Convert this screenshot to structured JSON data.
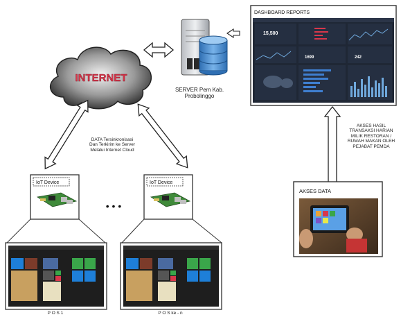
{
  "internet": {
    "label": "INTERNET"
  },
  "server": {
    "caption_line1": "SERVER Pem Kab.",
    "caption_line2": "Probolinggo"
  },
  "dashboard": {
    "title": "DASHBOARD REPORTS",
    "metric_1": "15,500",
    "metric_2": "1699",
    "metric_3": "242"
  },
  "sync_note": {
    "line1": "DATA Tersinkronisasi",
    "line2": "Dan Terkirim ke Server",
    "line3": "Melalui Internet Cloud"
  },
  "access_note": {
    "line1": "AKSES HASIL",
    "line2": "TRANSAKSI HARIAN",
    "line3": "MILIK RESTORAN /",
    "line4": "RUMAH MAKAN OLEH",
    "line5": "PEJABAT PEMDA"
  },
  "access_box": {
    "title": "AKSES DATA"
  },
  "iot_left": {
    "label": "IoT Device"
  },
  "iot_right": {
    "label": "IoT Device"
  },
  "ellipsis": "• • •",
  "pos_left": {
    "caption": "P O S 1"
  },
  "pos_right": {
    "caption": "P O S ke - n"
  },
  "colors": {
    "cloud_dark": "#3a3a3a",
    "internet_text": "#d9374b",
    "arrow_fill": "#ffffff",
    "arrow_stroke": "#222222",
    "dash_bg": "#1f2735",
    "box_border": "#333333",
    "tile_blue": "#1e7fd8",
    "tile_green": "#3aa64a"
  }
}
